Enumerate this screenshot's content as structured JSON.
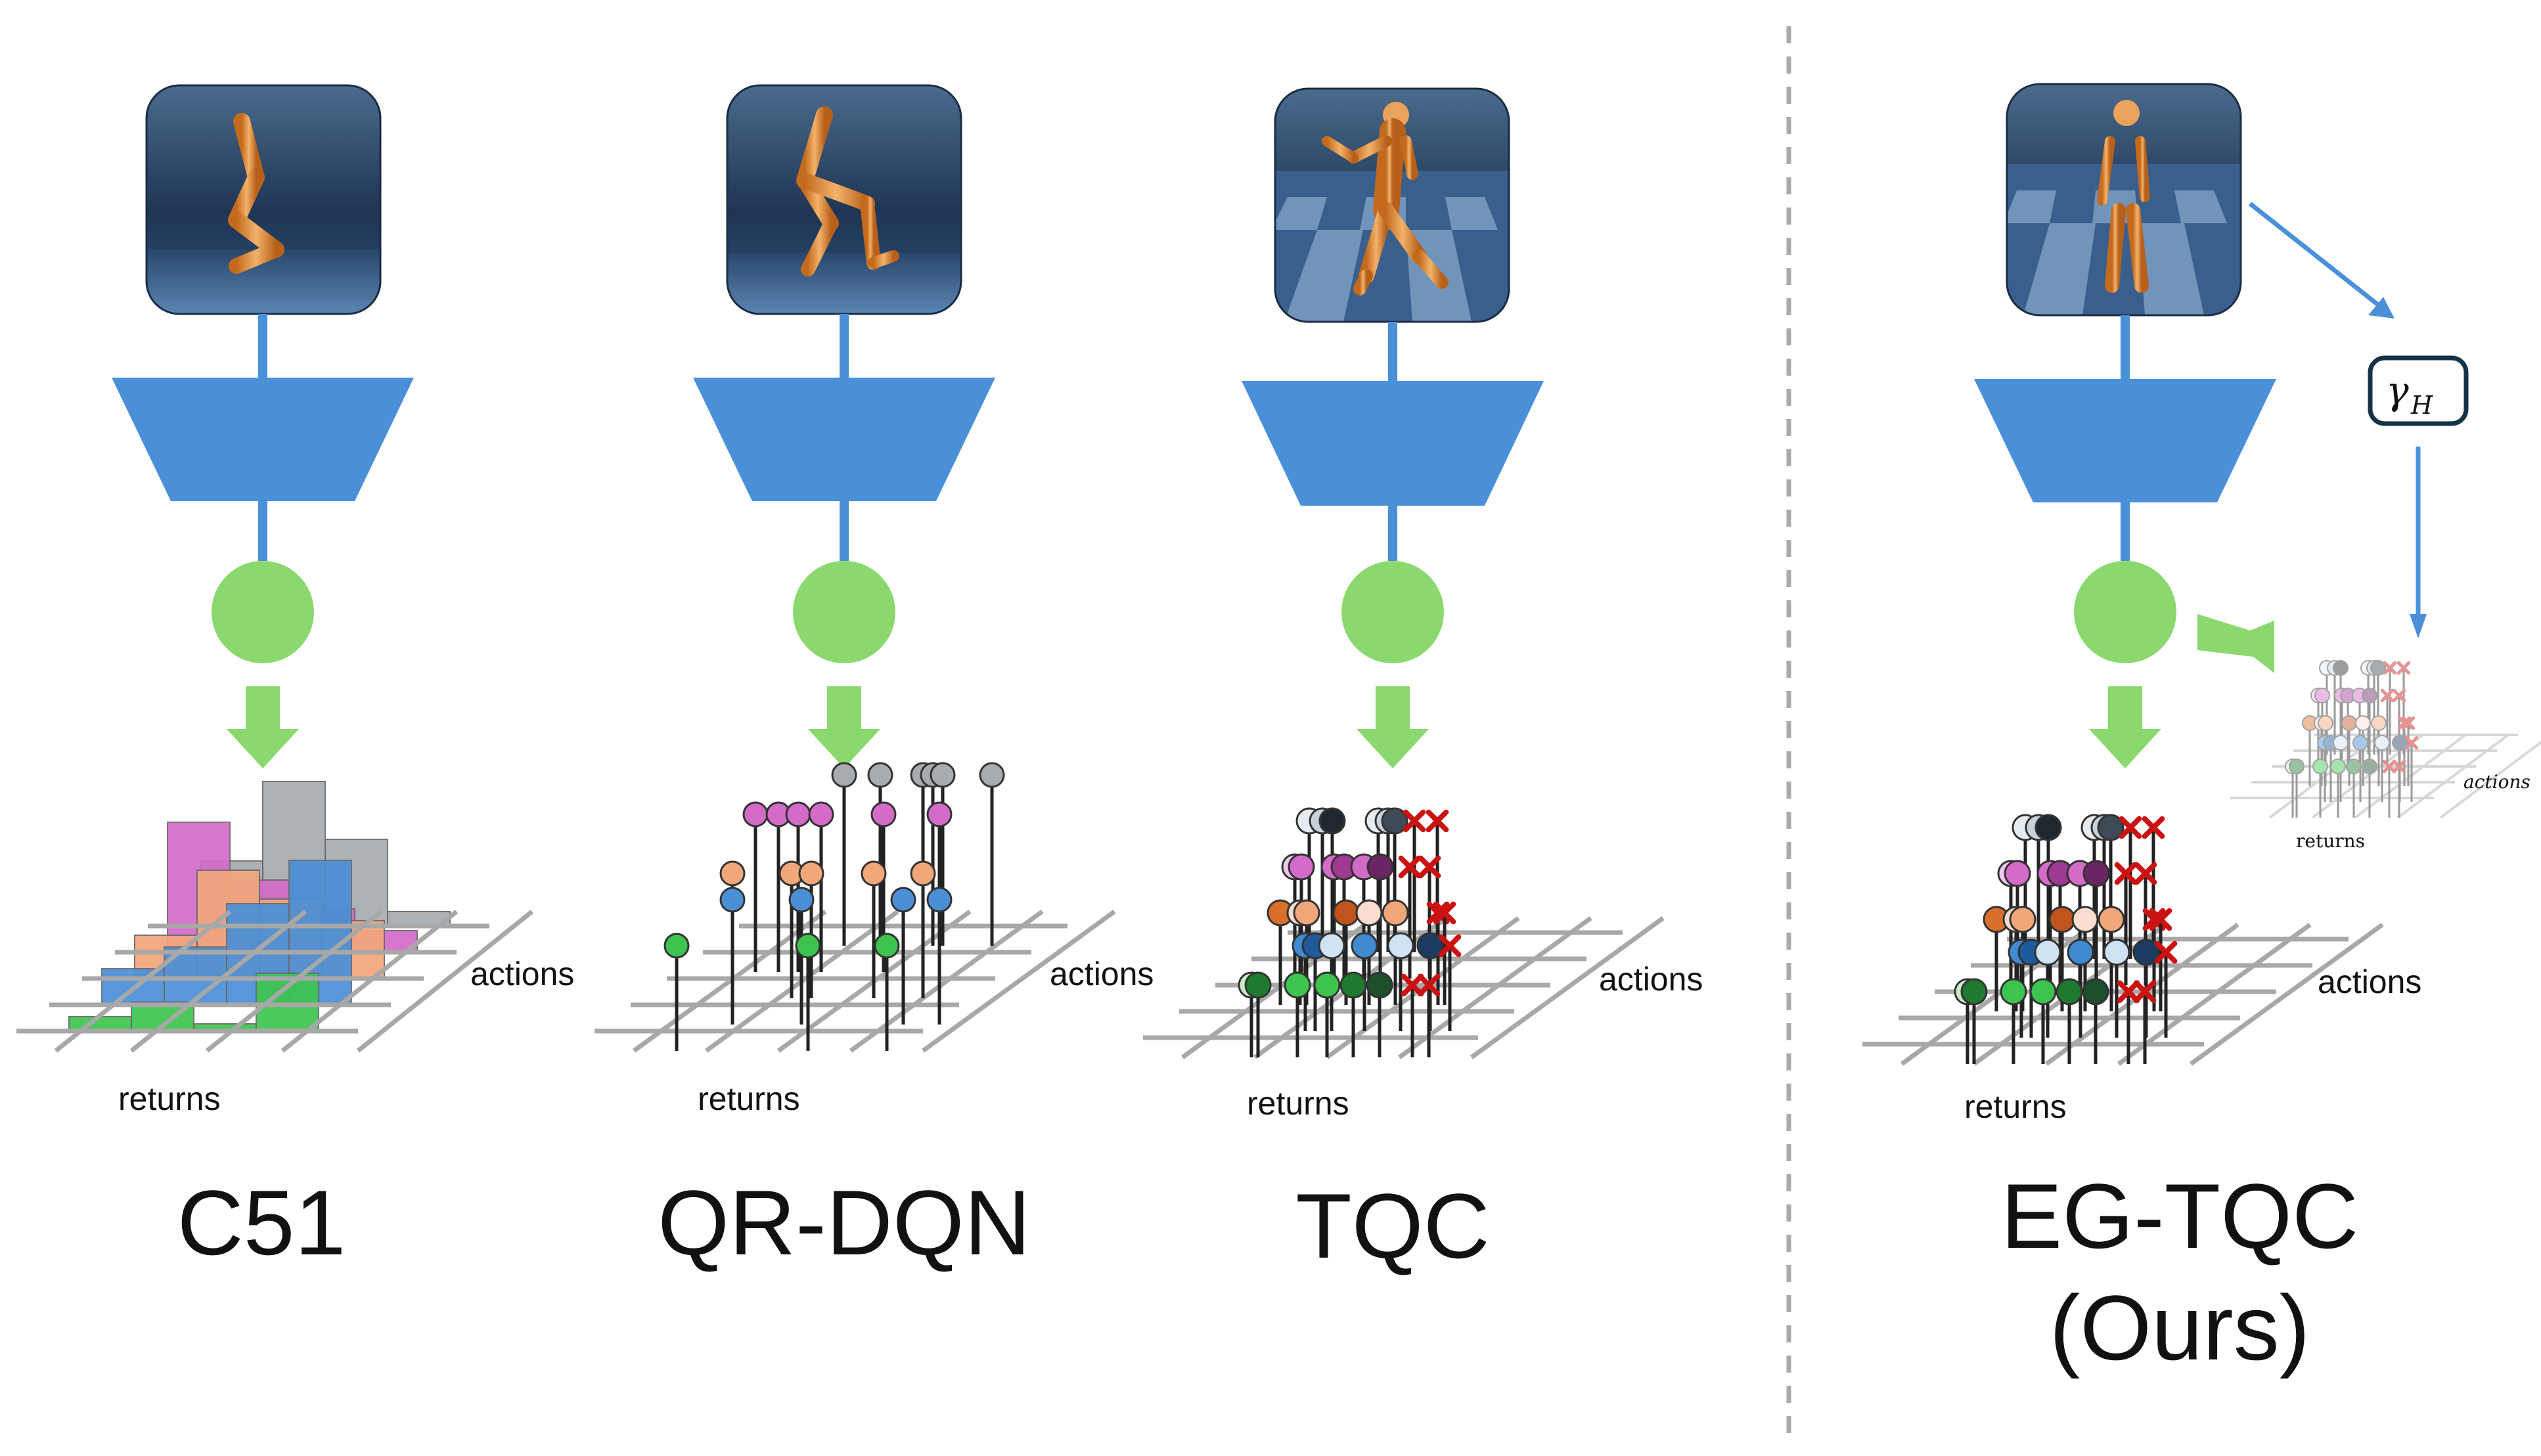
{
  "colors": {
    "network": "#4a90d9",
    "connector": "#4a90d9",
    "embedding": "#8bd86f",
    "arrow": "#8bd86f",
    "grid": "#a8a8a8",
    "stem": "#222222",
    "divider": "#aaaaaa",
    "truncated": "#cc1111",
    "grey": "#a7acb0",
    "magenta": "#d46bc9",
    "peach": "#f2a77a",
    "blue": "#4a8fd6",
    "green": "#3dc44f"
  },
  "icons": {
    "environment": "humanoid-figure-icon",
    "network": "trapezoid-network-icon",
    "embedding": "circle-node-icon",
    "down_arrow": "down-arrow-icon",
    "truncation": "red-x-icon"
  },
  "labels": {
    "actions": "actions",
    "returns": "returns"
  },
  "methods": [
    {
      "key": "c51",
      "name": "C51",
      "subtitle": ""
    },
    {
      "key": "qrdqn",
      "name": "QR-DQN",
      "subtitle": ""
    },
    {
      "key": "tqc",
      "name": "TQC",
      "subtitle": ""
    },
    {
      "key": "egtqc",
      "name": "EG-TQC",
      "subtitle": "(Ours)"
    }
  ],
  "gamma_box": {
    "symbol": "γ",
    "subscript": "H"
  },
  "c51_histogram": {
    "rows": [
      {
        "color": "green",
        "values": [
          2,
          4,
          1,
          8
        ]
      },
      {
        "color": "blue",
        "values": [
          5,
          8,
          14,
          20
        ]
      },
      {
        "color": "peach",
        "values": [
          6,
          15,
          11,
          8
        ]
      },
      {
        "color": "magenta",
        "values": [
          18,
          10,
          6,
          3
        ]
      },
      {
        "color": "grey",
        "values": [
          9,
          20,
          12,
          2
        ]
      }
    ]
  }
}
